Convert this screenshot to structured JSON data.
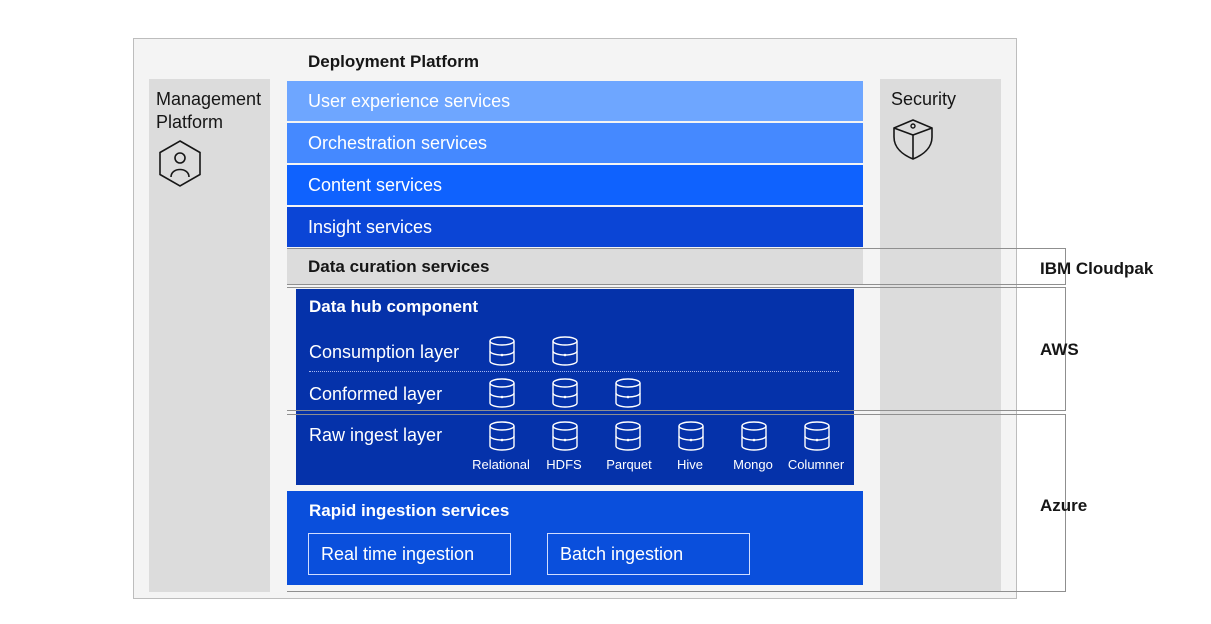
{
  "deployment_platform": {
    "title": "Deployment Platform"
  },
  "management_platform": {
    "title_line1": "Management",
    "title_line2": "Platform"
  },
  "security": {
    "title": "Security"
  },
  "services": [
    {
      "label": "User experience services",
      "color": "#6ea6ff"
    },
    {
      "label": "Orchestration services",
      "color": "#4589ff"
    },
    {
      "label": "Content services",
      "color": "#0f62fe"
    },
    {
      "label": "Insight services",
      "color": "#0b45d6"
    }
  ],
  "data_curation": {
    "label": "Data curation services"
  },
  "data_hub": {
    "title": "Data hub component",
    "layers": [
      {
        "label": "Consumption layer"
      },
      {
        "label": "Conformed layer"
      },
      {
        "label": "Raw ingest layer"
      }
    ],
    "stores": [
      "Relational",
      "HDFS",
      "Parquet",
      "Hive",
      "Mongo",
      "Columner"
    ]
  },
  "rapid_ingestion": {
    "title": "Rapid ingestion services",
    "boxes": [
      "Real time ingestion",
      "Batch ingestion"
    ]
  },
  "right_labels": {
    "ibm": "IBM Cloudpak",
    "aws": "AWS",
    "azure": "Azure"
  }
}
